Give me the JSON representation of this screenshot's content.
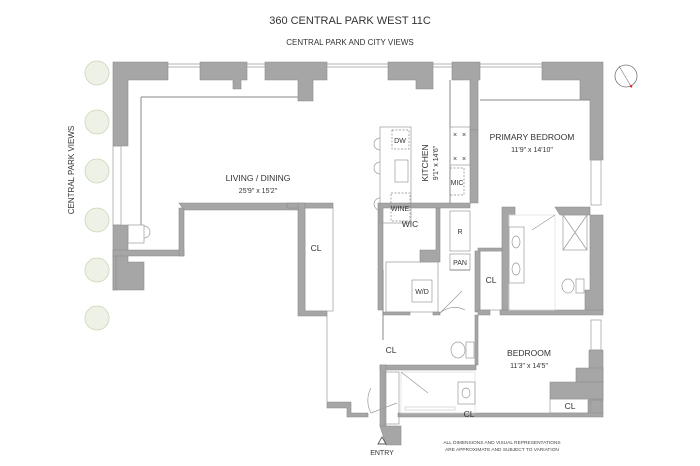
{
  "header": {
    "title": "360 CENTRAL PARK WEST 11C",
    "subtitle": "CENTRAL PARK AND CITY VIEWS"
  },
  "side_label": "CENTRAL PARK VIEWS",
  "rooms": {
    "living": {
      "name": "LIVING / DINING",
      "dims": "25'9\" x 15'2\""
    },
    "kitchen": {
      "name": "KITCHEN",
      "dims": "9'1\" x 14'6\""
    },
    "primary": {
      "name": "PRIMARY BEDROOM",
      "dims": "11'9\" x 14'10\""
    },
    "bedroom": {
      "name": "BEDROOM",
      "dims": "11'3\" x 14'5\""
    },
    "wic": "WIC",
    "wd": "W/D",
    "closet": "CL"
  },
  "appliances": {
    "dw": "DW",
    "wine": "WINE",
    "mic": "MIC",
    "fridge": "R",
    "pantry": "PAN"
  },
  "entry": "ENTRY",
  "disclaimer": [
    "ALL DIMENSIONS AND VISUAL REPRESENTATIONS",
    "ARE APPROXIMATE AND SUBJECT TO VARIATION"
  ],
  "icons": [
    "tree-icon",
    "compass-icon",
    "entry-arrow-icon"
  ]
}
